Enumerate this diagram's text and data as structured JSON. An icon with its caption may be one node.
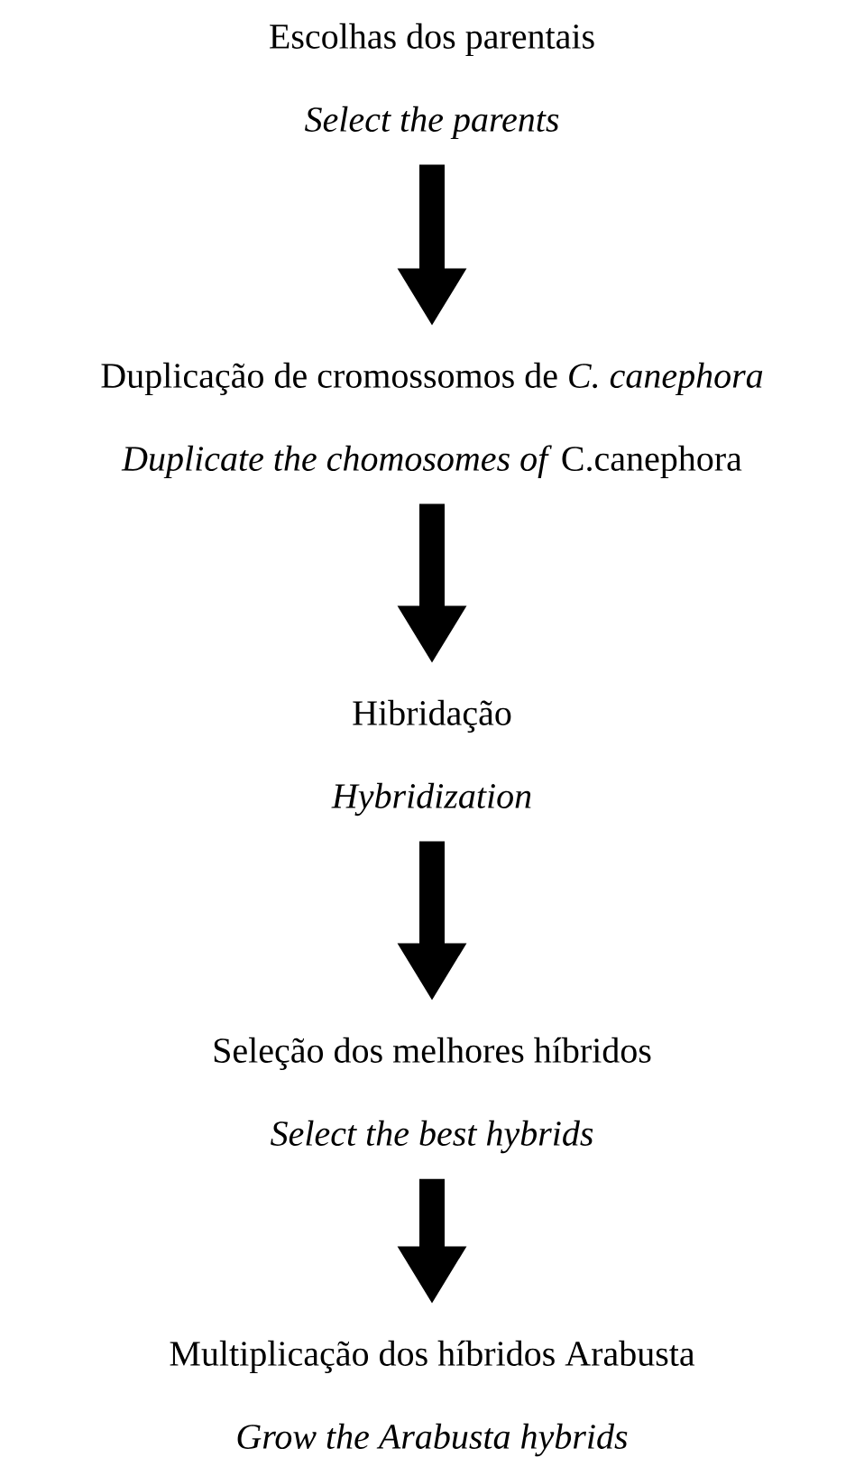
{
  "diagram": {
    "nodes": [
      {
        "text": [
          "Escolhas dos parentais",
          "Select the parents"
        ]
      },
      {
        "text": [
          "Duplicação de cromossomos de *C. canephora*",
          "*Duplicate the chomosomes of* C.canephora"
        ]
      },
      {
        "text": [
          "Hibridação",
          "Hybridization"
        ]
      },
      {
        "text": [
          "Seleção dos melhores híbridos",
          "Select the best hybrids"
        ]
      },
      {
        "text": [
          "Multiplicação dos híbridos Arabusta",
          "Grow the Arabusta hybrids"
        ]
      }
    ],
    "edges": [
      {
        "from": 0,
        "to": 1,
        "arrow": "to"
      },
      {
        "from": 1,
        "to": 2,
        "arrow": "to"
      },
      {
        "from": 2,
        "to": 3,
        "arrow": "to"
      },
      {
        "from": 3,
        "to": 4,
        "arrow": "to"
      }
    ]
  }
}
